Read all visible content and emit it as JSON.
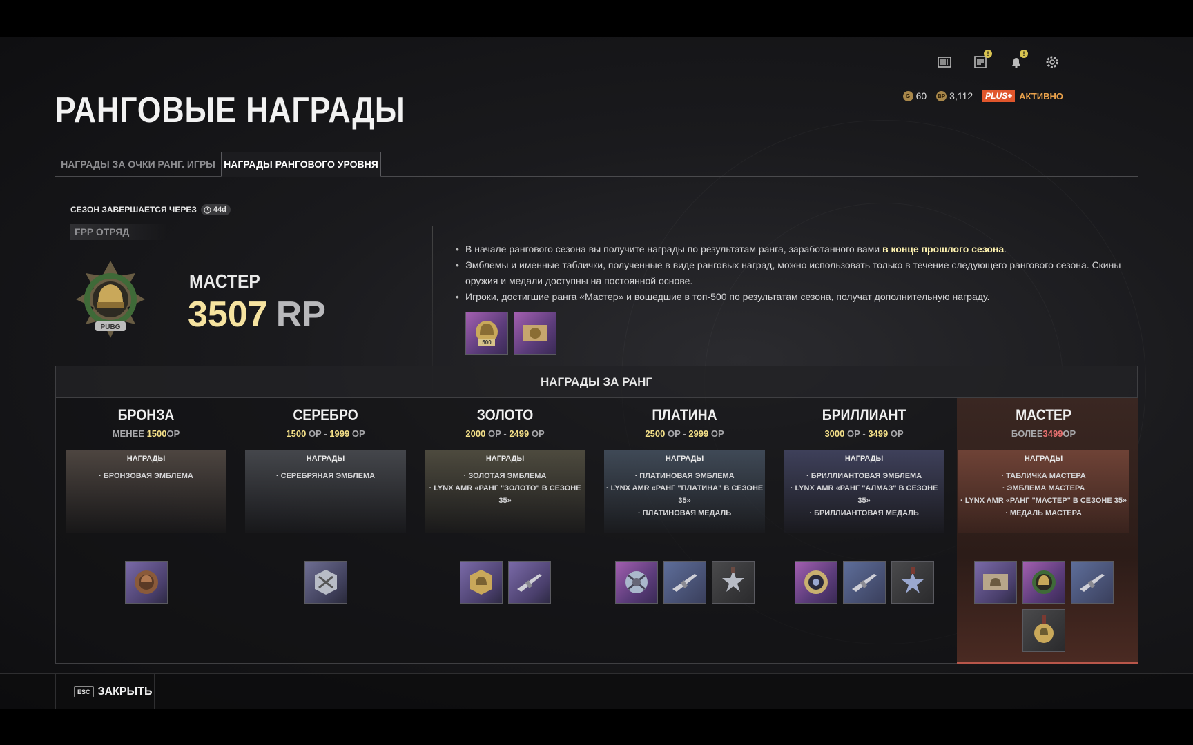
{
  "page": {
    "title": "РАНГОВЫЕ НАГРАДЫ"
  },
  "header": {
    "icons": [
      "store-icon",
      "news-icon",
      "notification-bell-icon",
      "settings-gear-icon"
    ],
    "currency": {
      "g_coin": "60",
      "bp": "3,112",
      "plus_badge": "PLUS+",
      "plus_status": "АКТИВНО"
    }
  },
  "tabs": [
    {
      "label": "НАГРАДЫ ЗА ОЧКИ РАНГ. ИГРЫ",
      "active": false
    },
    {
      "label": "НАГРАДЫ РАНГОВОГО УРОВНЯ",
      "active": true
    }
  ],
  "season": {
    "label": "СЕЗОН ЗАВЕРШАЕТСЯ ЧЕРЕЗ",
    "remaining": "44d"
  },
  "mode": "FPP ОТРЯД",
  "current_rank": {
    "name": "МАСТЕР",
    "points": "3507",
    "unit": "RP",
    "emblem_text": "PUBG"
  },
  "info": {
    "line1_a": "В начале рангового сезона вы получите награды по результатам ранга, заработанного вами ",
    "line1_hl": "в конце прошлого сезона",
    "line1_b": ".",
    "line2": "Эмблемы и именные таблички, полученные в виде ранговых наград, можно использовать только в течение следующего рангового сезона. Скины оружия и медали доступны на постоянной основе.",
    "line3": "Игроки, достигшие ранга «Мастер» и вошедшие в топ-500 по результатам сезона, получат дополнительную награду.",
    "extra_tile_label": "500"
  },
  "rewards_panel": {
    "title": "НАГРАДЫ ЗА РАНГ",
    "box_header": "НАГРАДЫ",
    "tiers": [
      {
        "name": "БРОНЗА",
        "prefix": "МЕНЕЕ ",
        "from": "1500",
        "to": "",
        "suffix": "ОР",
        "items": [
          "· БРОНЗОВАЯ ЭМБЛЕМА"
        ]
      },
      {
        "name": "СЕРЕБРО",
        "prefix": "",
        "from": "1500",
        "to": "1999",
        "suffix": "ОР",
        "items": [
          "· СЕРЕБРЯНАЯ ЭМБЛЕМА"
        ]
      },
      {
        "name": "ЗОЛОТО",
        "prefix": "",
        "from": "2000",
        "to": "2499",
        "suffix": "ОР",
        "items": [
          "· ЗОЛОТАЯ ЭМБЛЕМА",
          "· LYNX AMR «РАНГ \"ЗОЛОТО\" В СЕЗОНЕ 35»"
        ]
      },
      {
        "name": "ПЛАТИНА",
        "prefix": "",
        "from": "2500",
        "to": "2999",
        "suffix": "ОР",
        "items": [
          "· ПЛАТИНОВАЯ ЭМБЛЕМА",
          "· LYNX AMR «РАНГ \"ПЛАТИНА\" В СЕЗОНЕ 35»",
          "· ПЛАТИНОВАЯ МЕДАЛЬ"
        ]
      },
      {
        "name": "БРИЛЛИАНТ",
        "prefix": "",
        "from": "3000",
        "to": "3499",
        "suffix": "ОР",
        "items": [
          "· БРИЛЛИАНТОВАЯ ЭМБЛЕМА",
          "· LYNX AMR «РАНГ \"АЛМАЗ\" В СЕЗОНЕ 35»",
          "· БРИЛЛИАНТОВАЯ МЕДАЛЬ"
        ]
      },
      {
        "name": "МАСТЕР",
        "prefix": "БОЛЕЕ",
        "from": "3499",
        "to": "",
        "suffix": "ОР",
        "items": [
          "· ТАБЛИЧКА МАСТЕРА",
          "· ЭМБЛЕМА МАСТЕРА",
          "· LYNX AMR «РАНГ \"МАСТЕР\" В СЕЗОНЕ 35»",
          "· МЕДАЛЬ МАСТЕРА"
        ]
      }
    ]
  },
  "footer": {
    "esc_key": "ESC",
    "close_label": "ЗАКРЫТЬ"
  },
  "colors": {
    "accent_yellow": "#f3df88",
    "plus_orange": "#e0562c",
    "master_red": "#b8564a"
  }
}
